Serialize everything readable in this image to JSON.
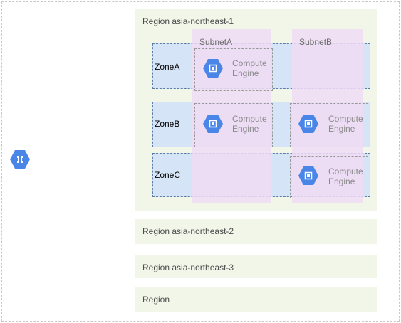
{
  "outer_icon": "network-hexagon-icon",
  "regions": [
    {
      "label": "Region asia-northeast-1"
    },
    {
      "label": "Region asia-northeast-2"
    },
    {
      "label": "Region asia-northeast-3"
    },
    {
      "label": "Region"
    }
  ],
  "subnets": [
    {
      "label": "SubnetA"
    },
    {
      "label": "SubnetB"
    }
  ],
  "zones": [
    {
      "label": "ZoneA"
    },
    {
      "label": "ZoneB"
    },
    {
      "label": "ZoneC"
    }
  ],
  "compute_engine": {
    "line1": "Compute",
    "line2": "Engine",
    "icon": "compute-engine-chip-icon"
  },
  "colors": {
    "region_bg": "#f1f6e8",
    "zone_bg": "#d5e4f6",
    "subnet_bg": "#f0dcf5",
    "gcp_blue": "#4a86e8"
  }
}
